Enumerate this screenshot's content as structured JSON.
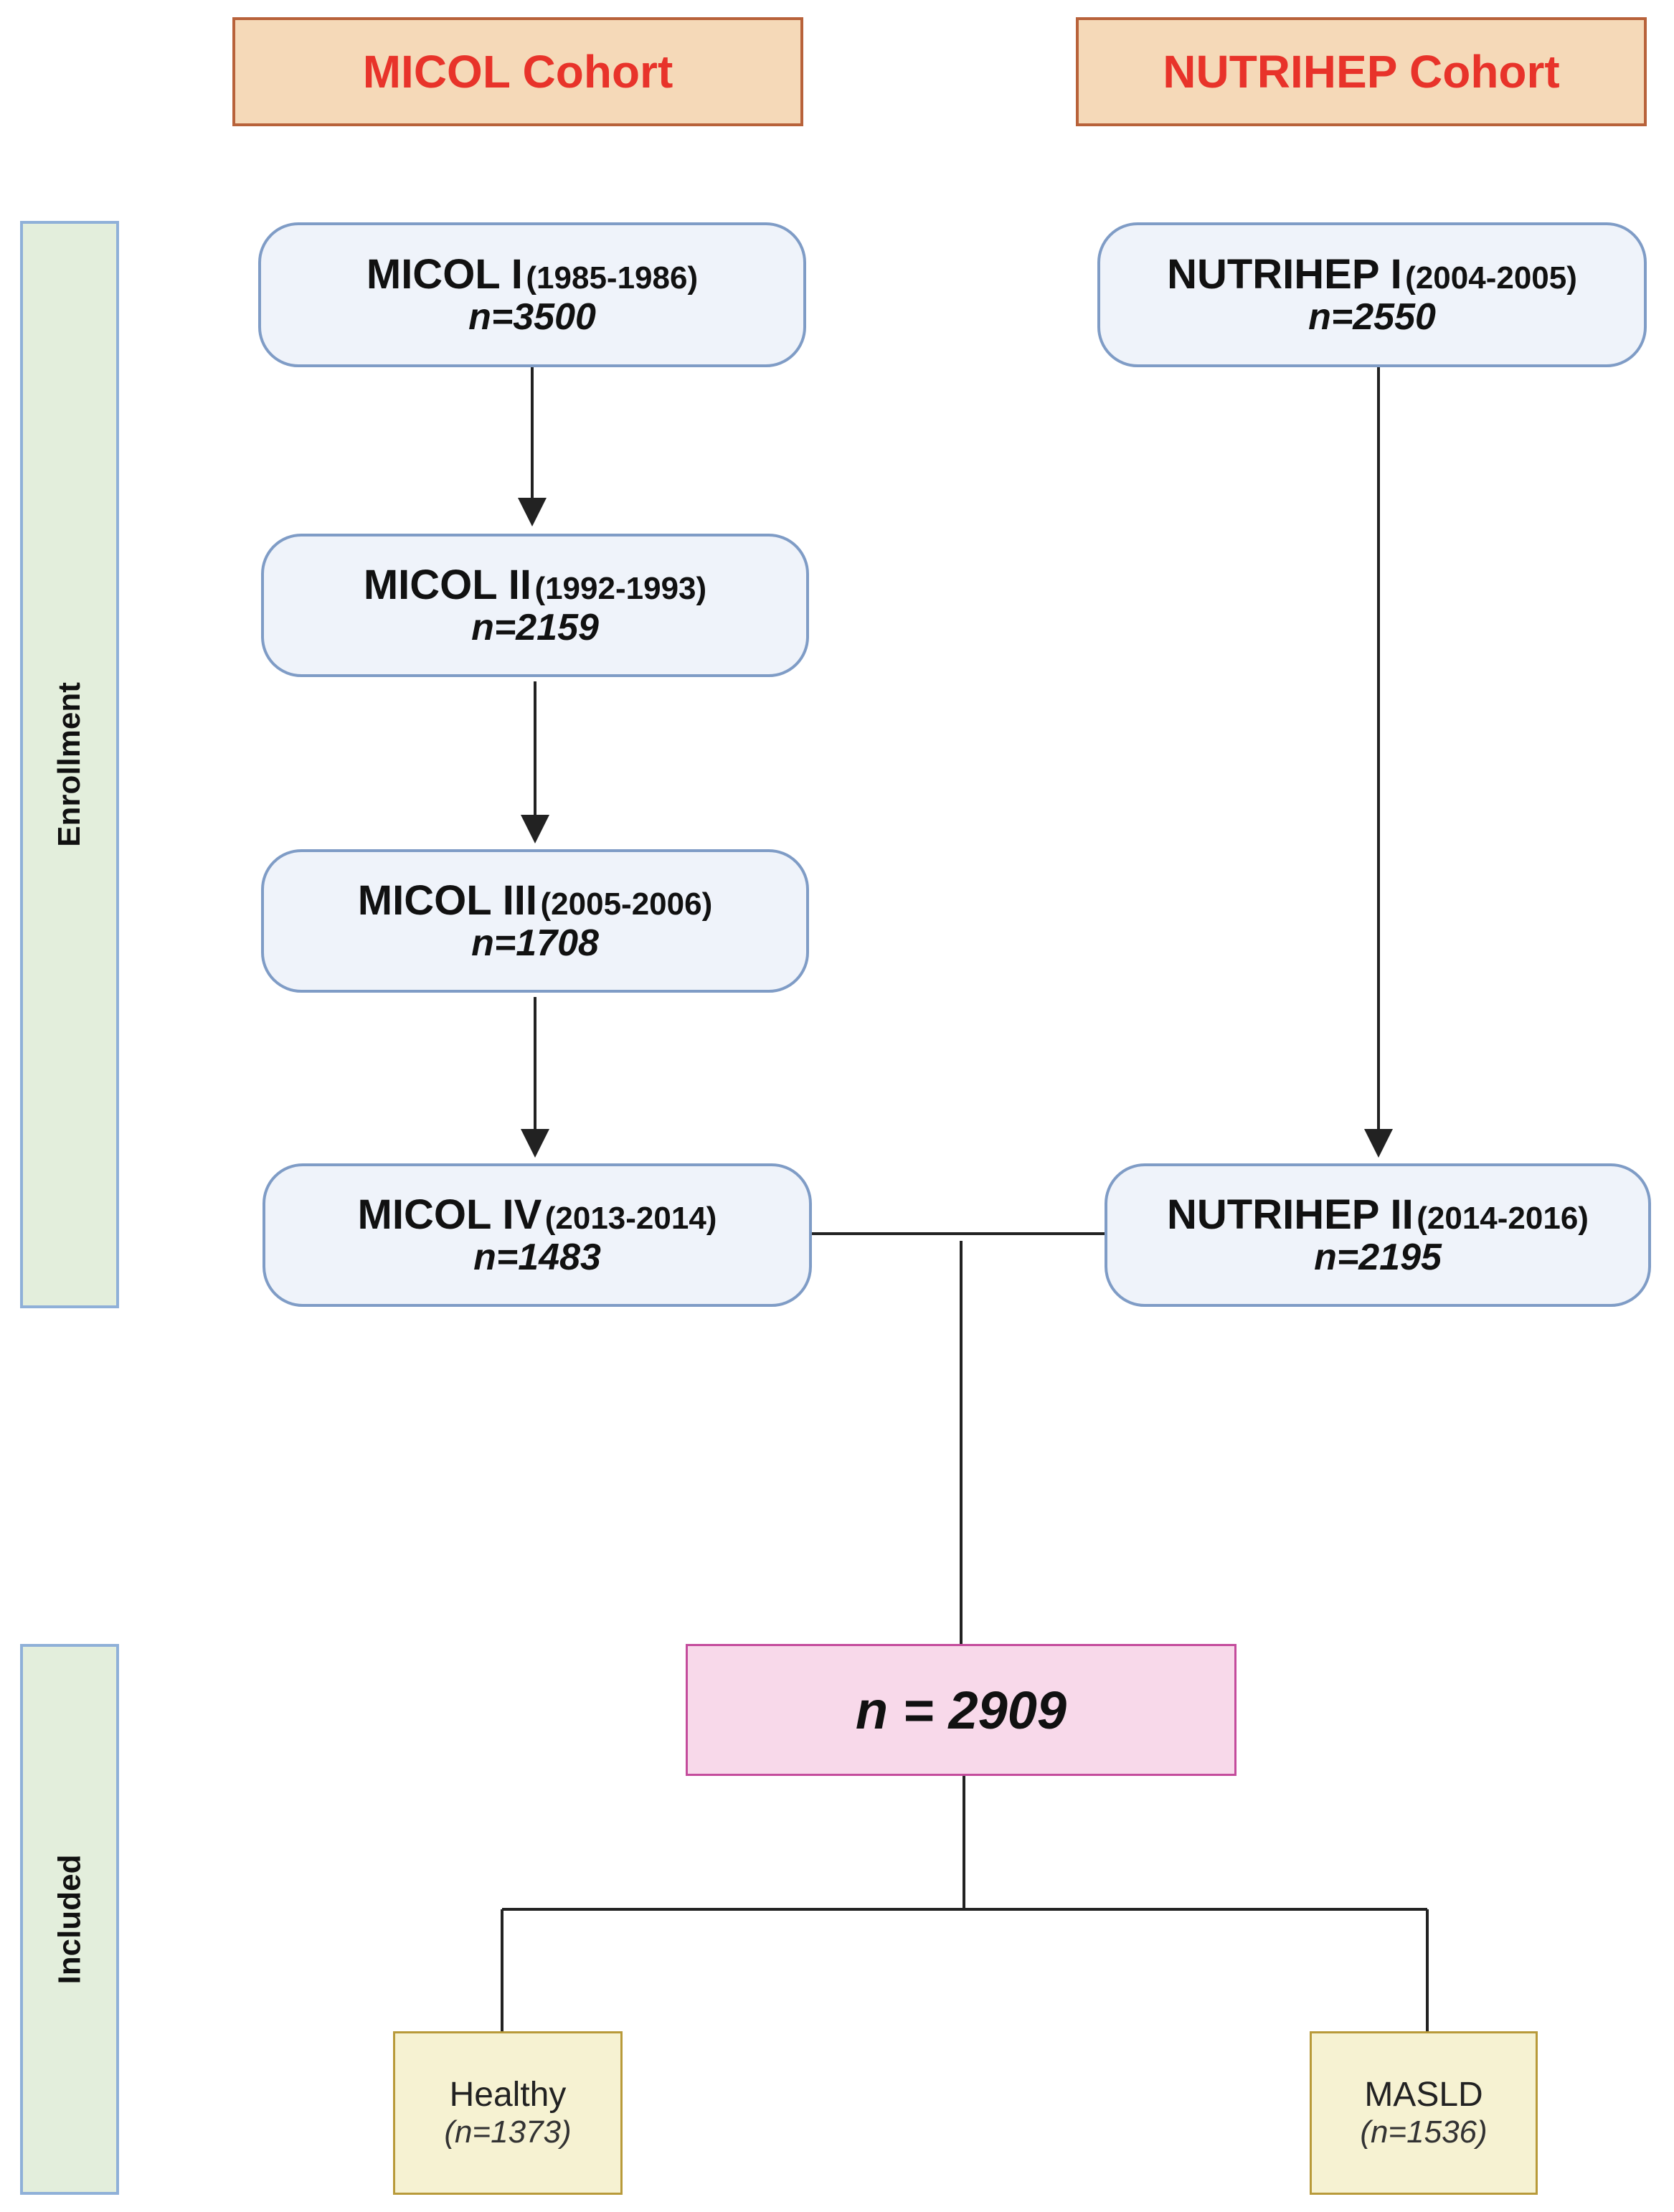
{
  "cohorts": {
    "micol": "MICOL Cohort",
    "nutrihep": "NUTRIHEP Cohort"
  },
  "phases": {
    "enrollment": "Enrollment",
    "included": "Included"
  },
  "micol_waves": [
    {
      "name": "MICOL I",
      "years": "(1985-1986)",
      "n": "n=3500"
    },
    {
      "name": "MICOL II",
      "years": "(1992-1993)",
      "n": "n=2159"
    },
    {
      "name": "MICOL III",
      "years": "(2005-2006)",
      "n": "n=1708"
    },
    {
      "name": "MICOL IV",
      "years": "(2013-2014)",
      "n": "n=1483"
    }
  ],
  "nutrihep_waves": [
    {
      "name": "NUTRIHEP I",
      "years": "(2004-2005)",
      "n": "n=2550"
    },
    {
      "name": "NUTRIHEP II",
      "years": "(2014-2016)",
      "n": "n=2195"
    }
  ],
  "total": "n = 2909",
  "groups": [
    {
      "label": "Healthy",
      "n": "(n=1373)"
    },
    {
      "label": "MASLD",
      "n": "(n=1536)"
    }
  ],
  "colors": {
    "header_fill": "#f5d9b8",
    "header_text": "#e8332a",
    "wave_fill": "#eff3fa",
    "wave_border": "#7f9cc6",
    "phase_fill": "#e3eedc",
    "total_fill": "#f8d9ea",
    "group_fill": "#f6f2d2"
  }
}
